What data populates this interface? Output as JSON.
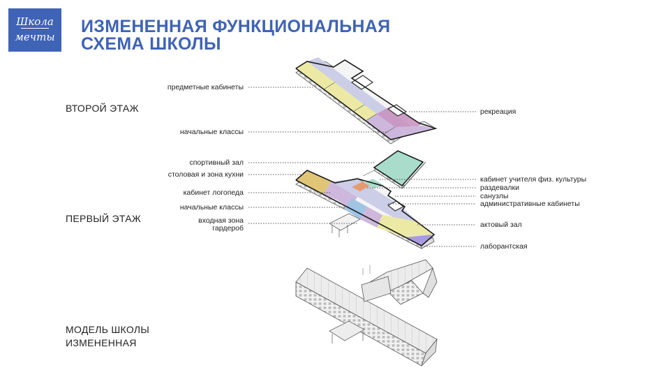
{
  "logo": {
    "line1": "Школа",
    "line2": "мечты"
  },
  "title": {
    "line1": "ИЗМЕНЕННАЯ ФУНКЦИОНАЛЬНАЯ",
    "line2": "СХЕМА ШКОЛЫ"
  },
  "sections": {
    "second_floor": "ВТОРОЙ ЭТАЖ",
    "first_floor": "ПЕРВЫЙ ЭТАЖ",
    "model_line1": "МОДЕЛЬ ШКОЛЫ",
    "model_line2": "ИЗМЕНЕННАЯ"
  },
  "labels_left": {
    "subject_rooms": "предметные кабинеты",
    "primary_classes_2": "начальные классы",
    "gym": "спортивный зал",
    "canteen": "столовая и зона кухни",
    "speech_therapist": "кабинет логопеда",
    "primary_classes_1": "начальные классы",
    "entrance_line1": "входная зона",
    "entrance_line2": "гардероб"
  },
  "labels_right": {
    "recreation": "рекреация",
    "pe_teacher": "кабинет учителя физ. культуры",
    "locker_rooms": "раздевалки",
    "restrooms": "санузлы",
    "admin": "административные кабинеты",
    "assembly_hall": "актовый зал",
    "lab": "лаборантская"
  },
  "colors": {
    "brand": "#3f63b5",
    "subject": "#ece9a4",
    "primary": "#cdb7dc",
    "recreation": "#c58fbd",
    "corridor": "#c8c9e6",
    "gym": "#a9dccb",
    "canteen": "#e0c576",
    "locker": "#e59a6f",
    "admin": "#9fc4e4",
    "lab": "#a89adf"
  }
}
